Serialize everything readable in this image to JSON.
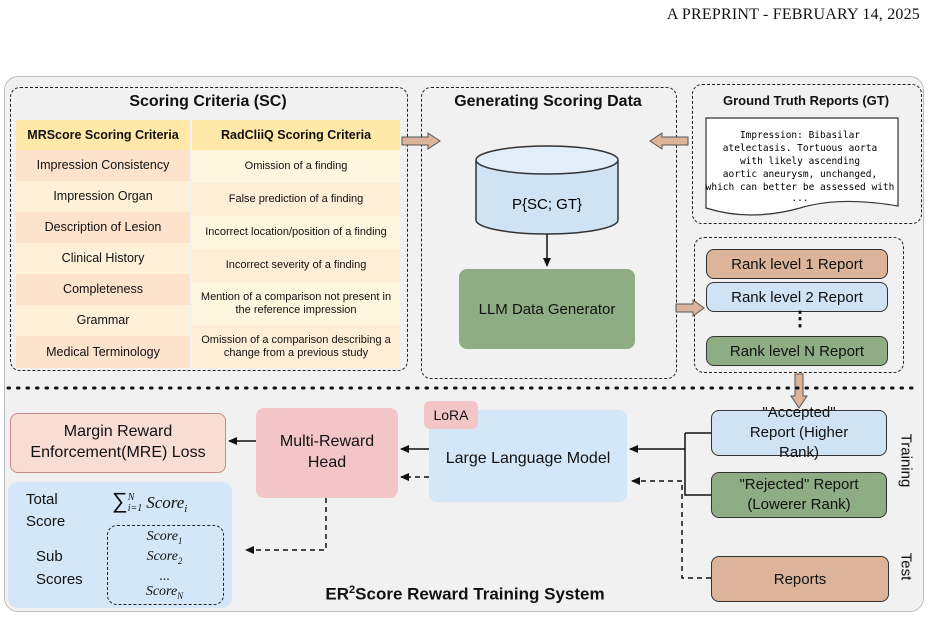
{
  "header": {
    "text": "A PREPRINT - FEBRUARY 14, 2025"
  },
  "scoring_criteria": {
    "title": "Scoring Criteria (SC)",
    "mrscore": {
      "header": "MRScore Scoring Criteria",
      "items": [
        "Impression Consistency",
        "Impression Organ",
        "Description of Lesion",
        "Clinical History",
        "Completeness",
        "Grammar",
        "Medical Terminology"
      ]
    },
    "radcliq": {
      "header": "RadCliiQ Scoring Criteria",
      "items": [
        "Omission of a finding",
        "False prediction of a finding",
        "Incorrect location/position of a finding",
        "Incorrect severity of a finding",
        "Mention of a comparison not present  in the reference impression",
        "Omission of a comparison  describing a change from a previous study"
      ]
    }
  },
  "generating": {
    "title": "Generating Scoring Data",
    "database": "P{SC; GT}",
    "generator": "LLM Data Generator"
  },
  "ground_truth": {
    "title": "Ground Truth Reports (GT)",
    "lines": [
      "Impression: Bibasilar",
      "atelectasis. Tortuous aorta",
      "with likely ascending",
      "aortic aneurysm, unchanged,",
      "which can better be assessed with",
      "..."
    ]
  },
  "ranks": {
    "items": [
      "Rank level 1 Report",
      "Rank level 2 Report",
      "Rank level N Report"
    ],
    "ellipsis": "⋮",
    "colors": [
      "#dcb49a",
      "#cfe3f5",
      "#8fad85"
    ]
  },
  "training": {
    "lora": "LoRA",
    "llm": "Large Language Model",
    "head": "Multi-Reward Head",
    "loss": "Margin Reward Enforcement(MRE) Loss",
    "accepted": "\"Accepted\" Report (Higher Rank)",
    "rejected": "\"Rejected\" Report (Lowerer Rank)",
    "reports": "Reports",
    "label_training": "Training",
    "label_test": "Test"
  },
  "scores": {
    "total_label": "Total Score",
    "sub_label": "Sub Scores",
    "total_formula": "∑",
    "total_sup": "N",
    "total_sub": "i=1",
    "total_term": "Score",
    "total_term_sub": "i",
    "sub_items": [
      {
        "term": "Score",
        "sub": "1"
      },
      {
        "term": "Score",
        "sub": "2"
      },
      {
        "term": "...",
        "sub": ""
      },
      {
        "term": "Score",
        "sub": "N"
      }
    ]
  },
  "system_title": {
    "pre": "ER",
    "sup": "2",
    "post": "Score Reward Training System"
  },
  "colors": {
    "panel_bg": "#f1f1f1",
    "light_blue": "#d4e7f8",
    "pink": "#f2c6c6",
    "salmon": "#f8ddd5",
    "green": "#8fad85",
    "orange": "#dcb49a",
    "sc_header": "#ffe8a8",
    "sc_row_a": "#fde2cc",
    "sc_row_b": "#fff0d8"
  }
}
